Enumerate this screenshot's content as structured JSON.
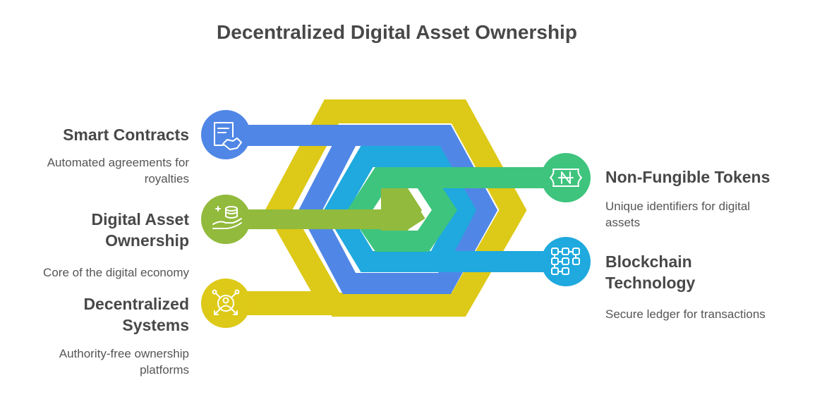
{
  "title": "Decentralized Digital Asset Ownership",
  "colors": {
    "yellow": "#DDC917",
    "blue": "#5087E6",
    "cyan": "#1FA9DE",
    "green": "#3EC47D",
    "olive": "#92BA3D"
  },
  "items": [
    {
      "label": "Smart Contracts",
      "desc": "Automated agreements for royalties",
      "icon": "contract-handshake-icon",
      "side": "left"
    },
    {
      "label": "Digital Asset Ownership",
      "desc": "Core of the digital economy",
      "icon": "hand-database-icon",
      "side": "left"
    },
    {
      "label": "Decentralized Systems",
      "desc": "Authority-free ownership platforms",
      "icon": "network-user-icon",
      "side": "left"
    },
    {
      "label": "Non-Fungible Tokens",
      "desc": "Unique identifiers for digital assets",
      "icon": "token-ticket-icon",
      "side": "right"
    },
    {
      "label": "Blockchain Technology",
      "desc": "Secure ledger for transactions",
      "icon": "blocks-chain-icon",
      "side": "right"
    }
  ]
}
